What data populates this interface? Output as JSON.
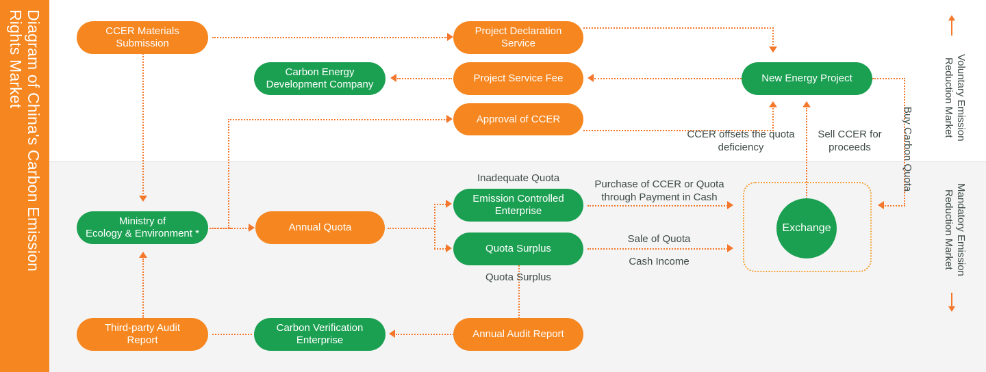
{
  "title": {
    "text": "Diagram of China's Carbon Emission\nRights Market",
    "bar_color": "#F6861F"
  },
  "colors": {
    "orange": "#F6861F",
    "green": "#1BA052",
    "connector": "#F4772B",
    "connector_alt": "#F4A23B",
    "band_bottom": "#f4f4f4",
    "label_text": "#3d4a46"
  },
  "sections": [
    {
      "name": "voluntary",
      "label": "Voluntary Emission\nReduction Market",
      "arrow": "up"
    },
    {
      "name": "mandatory",
      "label": "Mandatory Emission\nReduction Market",
      "arrow": "down"
    }
  ],
  "nodes": {
    "ccer_materials_submission": "CCER Materials\nSubmission",
    "project_declaration_service": "Project Declaration\nService",
    "carbon_energy_development_company": "Carbon Energy\nDevelopment Company",
    "project_service_fee": "Project Service Fee",
    "approval_of_ccer": "Approval of CCER",
    "new_energy_project": "New Energy Project",
    "ministry_of_ecology": "Ministry of\nEcology & Environment *",
    "annual_quota": "Annual Quota",
    "emission_controlled_enterprise": "Emission Controlled\nEnterprise",
    "quota_surplus": "Quota Surplus",
    "exchange": "Exchange",
    "third_party_audit_report": "Third-party Audit\nReport",
    "carbon_verification_enterprise": "Carbon Verification\nEnterprise",
    "annual_audit_report": "Annual Audit Report"
  },
  "edge_labels": {
    "ccer_offsets": "CCER offsets the quota\ndeficiency",
    "sell_ccer": "Sell CCER for\nproceeds",
    "buy_carbon_quota": "Buy Carbon Quota",
    "inadequate_quota": "Inadequate Quota",
    "purchase_ccer_or_quota": "Purchase of CCER or Quota\nthrough Payment in Cash",
    "sale_of_quota": "Sale of Quota",
    "cash_income": "Cash Income",
    "quota_surplus_label": "Quota Surplus"
  }
}
